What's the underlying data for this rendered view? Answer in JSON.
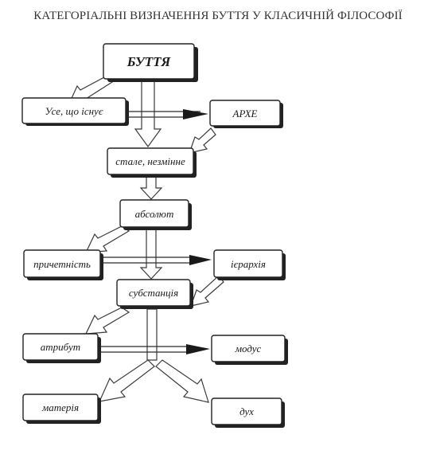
{
  "title": "КАТЕГОРІАЛЬНІ ВИЗНАЧЕННЯ БУТТЯ У КЛАСИЧНІЙ ФІЛОСОФІЇ",
  "nodes": {
    "buttia": "БУТТЯ",
    "use_shcho_isnue": "Усе, що існує",
    "arkhe": "АРХЕ",
    "stale_nezminne": "стале, незмінне",
    "absoliut": "абсолют",
    "prychetnist": "причетність",
    "iierarkhiia": "ієрархія",
    "substantsiia": "субстанція",
    "atrybut": "атрибут",
    "modus": "модус",
    "materiia": "матерія",
    "dukh": "дух"
  }
}
